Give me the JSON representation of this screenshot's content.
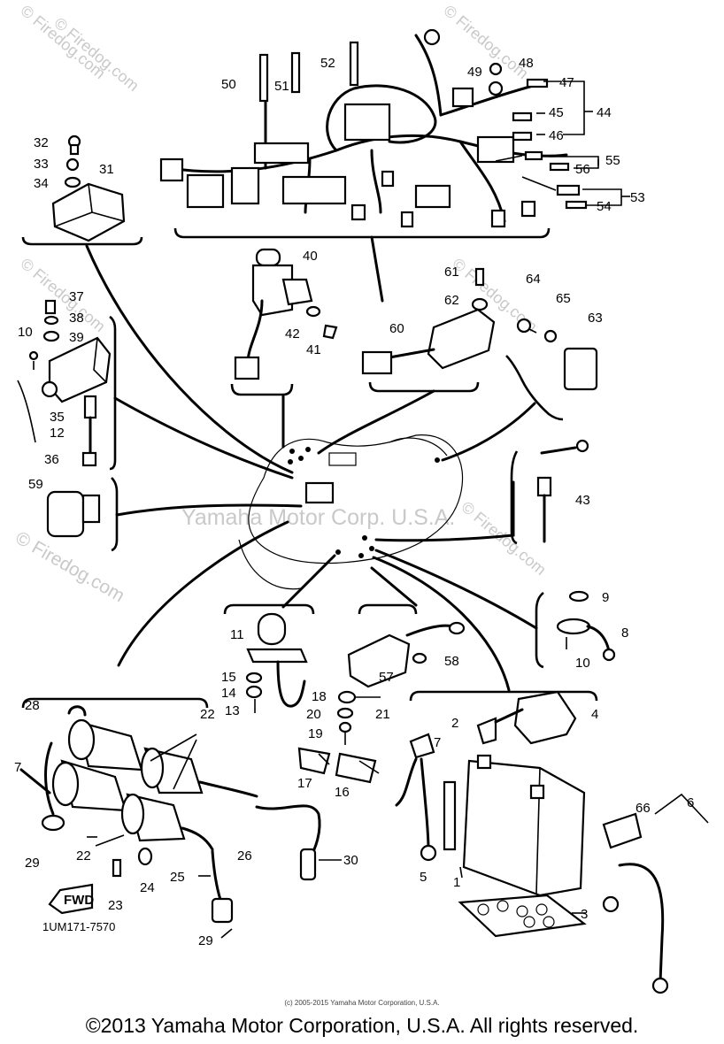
{
  "watermarks": {
    "firedog": "© Firedog.com",
    "firedog_plain": "Firedog.com",
    "center": "Yamaha Motor Corp. U.S.A."
  },
  "part_code": "1UM171-7570",
  "fwd_label": "FWD",
  "small_copyright": "(c) 2005-2015 Yamaha Motor Corporation, U.S.A.",
  "copyright": "©2013 Yamaha Motor Corporation, U.S.A. All rights reserved.",
  "labels": {
    "l1": "1",
    "l2": "2",
    "l3": "3",
    "l4": "4",
    "l5": "5",
    "l6": "6",
    "l7": "7",
    "l7b": "7",
    "l8": "8",
    "l9": "9",
    "l10": "10",
    "l10b": "10",
    "l11": "11",
    "l12": "12",
    "l13": "13",
    "l14": "14",
    "l15": "15",
    "l16": "16",
    "l17": "17",
    "l18": "18",
    "l19": "19",
    "l20": "20",
    "l21": "21",
    "l22": "22",
    "l22b": "22",
    "l23": "23",
    "l24": "24",
    "l25": "25",
    "l26": "26",
    "l28": "28",
    "l29": "29",
    "l29b": "29",
    "l30": "30",
    "l31": "31",
    "l32": "32",
    "l33": "33",
    "l34": "34",
    "l35": "35",
    "l36": "36",
    "l37": "37",
    "l38": "38",
    "l39": "39",
    "l40": "40",
    "l41": "41",
    "l42": "42",
    "l43": "43",
    "l44": "44",
    "l45": "45",
    "l46": "46",
    "l47": "47",
    "l48": "48",
    "l49": "49",
    "l50": "50",
    "l51": "51",
    "l52": "52",
    "l53": "53",
    "l54": "54",
    "l55": "55",
    "l56": "56",
    "l57": "57",
    "l58": "58",
    "l59": "59",
    "l60": "60",
    "l61": "61",
    "l62": "62",
    "l63": "63",
    "l64": "64",
    "l65": "65",
    "l66": "66"
  }
}
